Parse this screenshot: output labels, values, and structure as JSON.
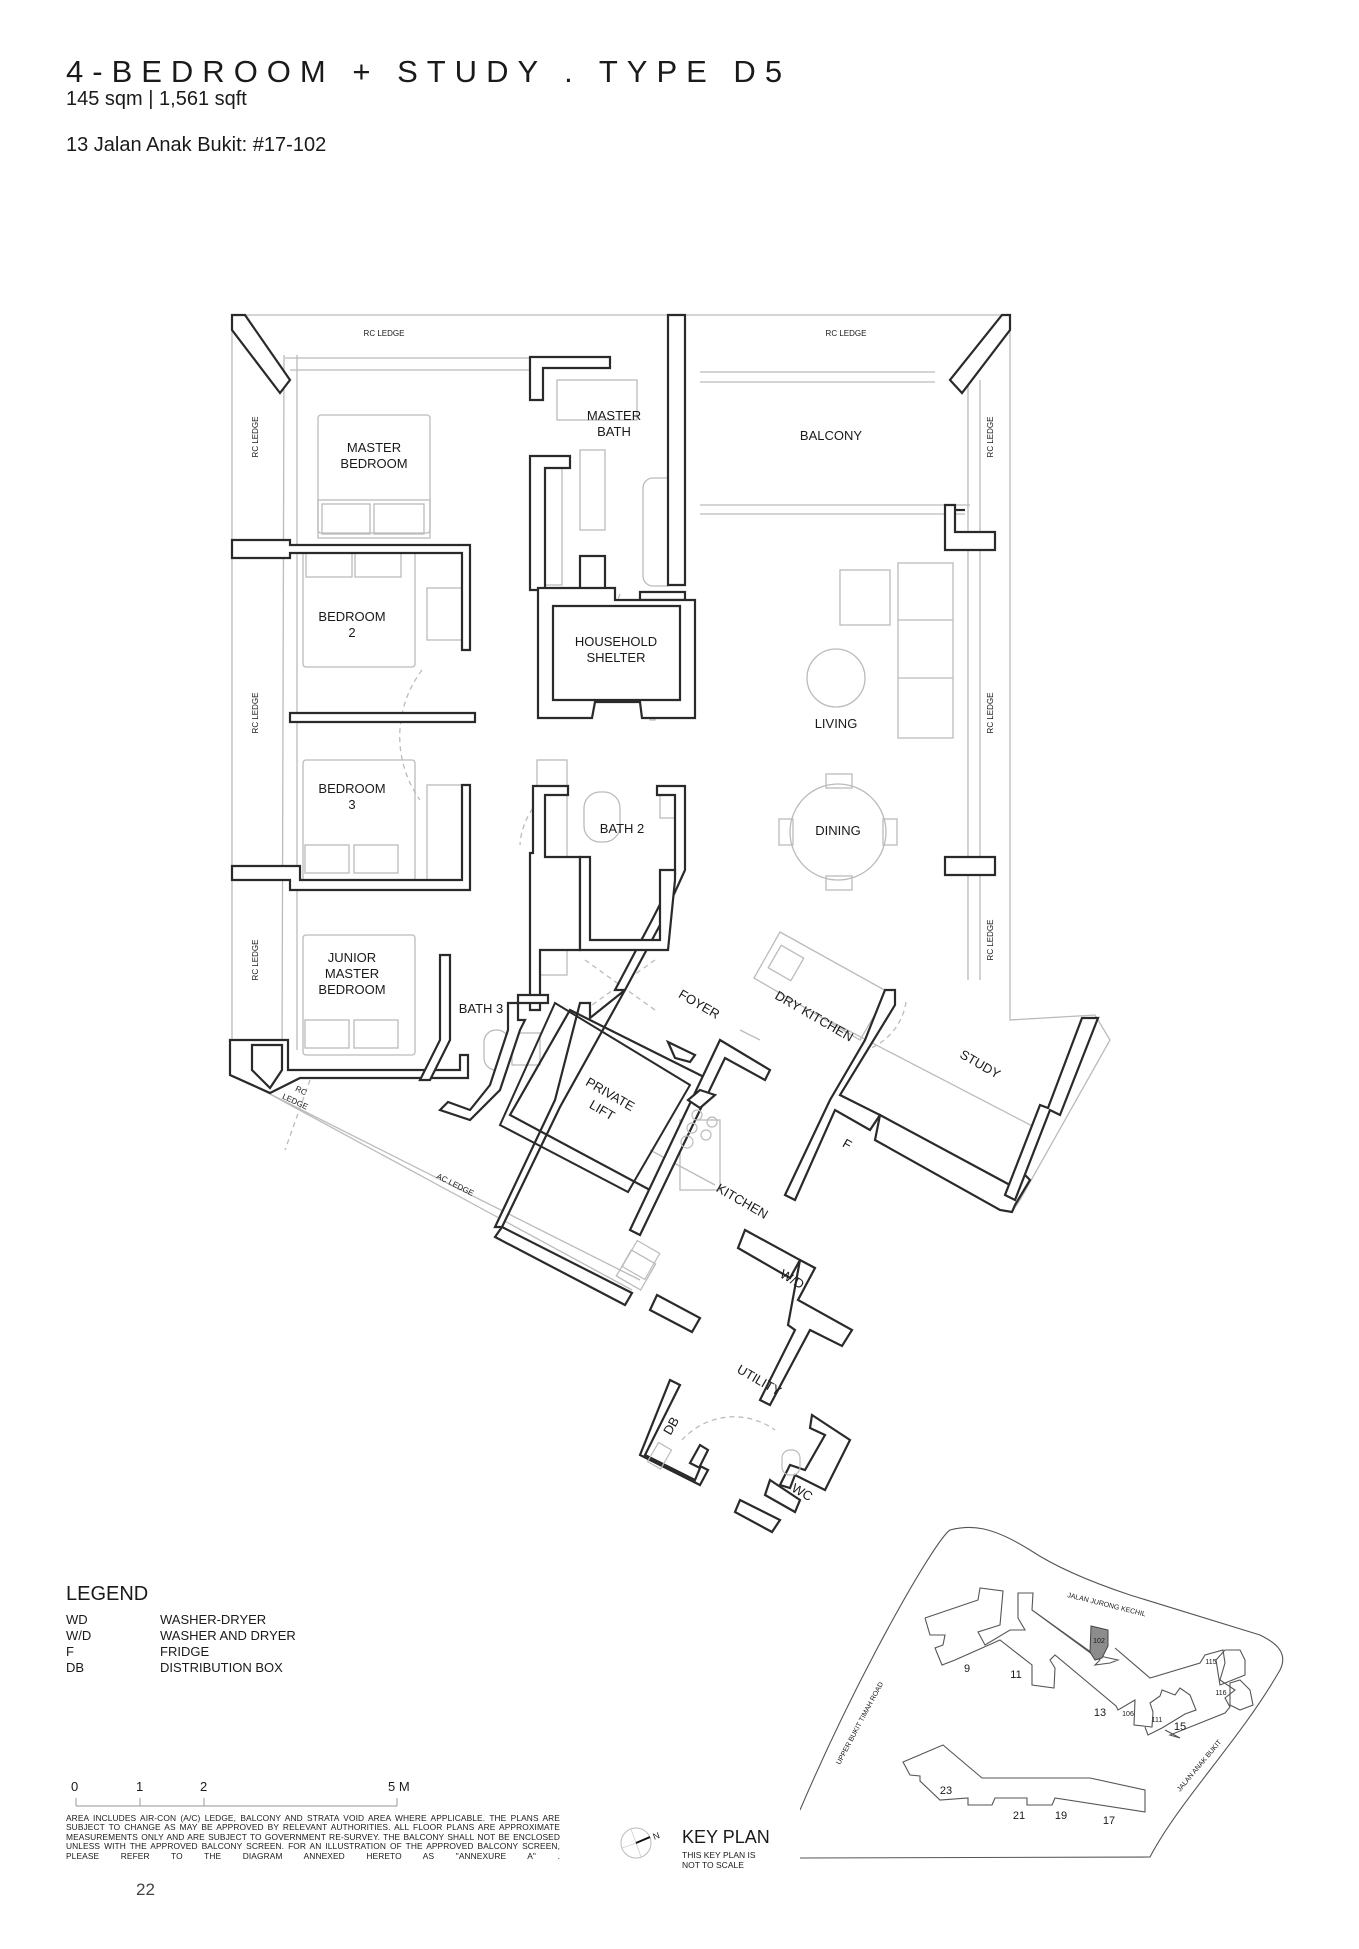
{
  "header": {
    "title": "4-BEDROOM + STUDY . TYPE D5",
    "area": "145 sqm | 1,561 sqft",
    "address": "13 Jalan Anak Bukit: #17-102"
  },
  "floorplan": {
    "rooms": {
      "master_bedroom": [
        "MASTER",
        "BEDROOM"
      ],
      "master_bath": [
        "MASTER",
        "BATH"
      ],
      "balcony": "BALCONY",
      "bedroom2": [
        "BEDROOM",
        "2"
      ],
      "household_shelter": [
        "HOUSEHOLD",
        "SHELTER"
      ],
      "living": "LIVING",
      "bedroom3": [
        "BEDROOM",
        "3"
      ],
      "bath2": "BATH 2",
      "dining": "DINING",
      "junior_master_bedroom": [
        "JUNIOR",
        "MASTER",
        "BEDROOM"
      ],
      "bath3": "BATH 3",
      "foyer": "FOYER",
      "dry_kitchen": "DRY KITCHEN",
      "study": "STUDY",
      "private_lift": [
        "PRIVATE",
        "LIFT"
      ],
      "kitchen": "KITCHEN",
      "fridge": "F",
      "wd": "W/D",
      "utility": "UTILITY",
      "db": "DB",
      "wc": "WC"
    },
    "ledges": {
      "rc_top_left": "RC LEDGE",
      "rc_top_right": "RC LEDGE",
      "rc_left_upper": "RC LEDGE",
      "rc_left_mid": "RC LEDGE",
      "rc_left_lower": "RC LEDGE",
      "rc_right_upper": "RC LEDGE",
      "rc_right_mid": "RC LEDGE",
      "rc_right_lower": "RC LEDGE",
      "rc_corner": [
        "RC",
        "LEDGE"
      ],
      "ac": "AC LEDGE"
    }
  },
  "legend": {
    "title": "LEGEND",
    "items": [
      {
        "code": "WD",
        "meaning": "WASHER-DRYER"
      },
      {
        "code": "W/D",
        "meaning": "WASHER AND DRYER"
      },
      {
        "code": "F",
        "meaning": "FRIDGE"
      },
      {
        "code": "DB",
        "meaning": "DISTRIBUTION BOX"
      }
    ]
  },
  "scale_bar": {
    "ticks": [
      "0",
      "1",
      "2",
      "5 M"
    ]
  },
  "disclaimer": "AREA INCLUDES AIR-CON (A/C) LEDGE, BALCONY AND STRATA VOID AREA WHERE APPLICABLE. THE PLANS ARE SUBJECT TO CHANGE AS MAY BE APPROVED BY RELEVANT AUTHORITIES. ALL FLOOR PLANS ARE APPROXIMATE MEASUREMENTS ONLY AND ARE SUBJECT TO GOVERNMENT RE-SURVEY. THE BALCONY SHALL NOT BE ENCLOSED UNLESS WITH THE APPROVED BALCONY SCREEN. FOR AN ILLUSTRATION OF THE APPROVED BALCONY SCREEN, PLEASE REFER TO THE DIAGRAM ANNEXED HERETO AS \"ANNEXURE A\" .",
  "page_number": "22",
  "key_plan": {
    "title": "KEY PLAN",
    "note": [
      "THIS KEY PLAN IS",
      "NOT TO SCALE"
    ],
    "north": "N",
    "roads": {
      "north": "JALAN JURONG KECHIL",
      "west": "UPPER BUKIT TIMAH ROAD",
      "east": "JALAN ANAK BUKIT"
    },
    "blocks": [
      "9",
      "11",
      "13",
      "15",
      "17",
      "19",
      "21",
      "23"
    ],
    "stacks": [
      "102",
      "106",
      "111",
      "115",
      "116"
    ],
    "highlighted_stack": "102",
    "highlight_color": "#8c8c8c"
  }
}
